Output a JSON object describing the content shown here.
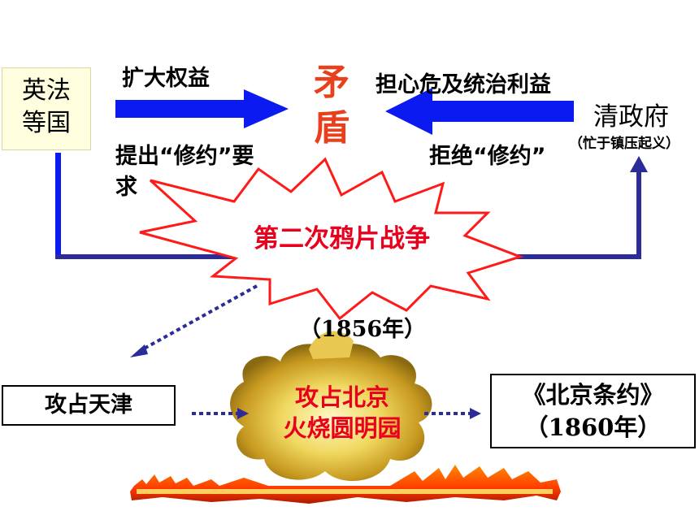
{
  "left_party": {
    "line1": "英法",
    "line2": "等国"
  },
  "left_arrow_label_top": "扩大权益",
  "left_arrow_label_bottom_1": "提出“修约”要",
  "left_arrow_label_bottom_2": "求",
  "center": {
    "char1": "矛",
    "char2": "盾"
  },
  "right_arrow_label_top": "担心危及统治利益",
  "right_arrow_label_bottom": "拒绝“修约”",
  "right_party": {
    "name": "清政府",
    "note": "（忙于镇压起义）"
  },
  "war": {
    "name": "第二次鸦片战争",
    "year": "（1856年）"
  },
  "steps": {
    "tianjin": "攻占天津",
    "beijing_line1": "攻占北京",
    "beijing_line2": "火烧圆明园",
    "treaty_name": "《北京条约》",
    "treaty_year": "（1860年）"
  },
  "colors": {
    "blue_arrow": "#0a1af0",
    "navy_line": "#2b2b9a",
    "red_text": "#e8001c",
    "orange_text": "#e8401c",
    "box_bg": "#ffffe0"
  }
}
